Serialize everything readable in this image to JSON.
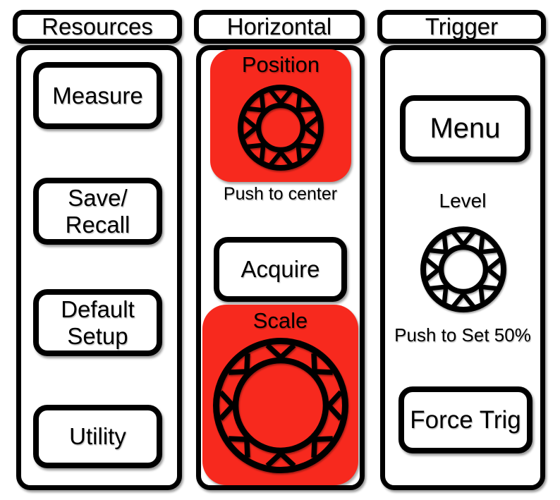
{
  "colors": {
    "accent_red": "#f7291e",
    "outline": "#000000",
    "background": "#ffffff"
  },
  "resources": {
    "title": "Resources",
    "buttons": {
      "measure": "Measure",
      "save_recall": "Save/\nRecall",
      "default_setup": "Default\nSetup",
      "utility": "Utility"
    }
  },
  "horizontal": {
    "title": "Horizontal",
    "position": {
      "label": "Position",
      "hint": "Push to center",
      "icon": "rotary-knob"
    },
    "acquire_button": "Acquire",
    "scale": {
      "label": "Scale",
      "icon": "rotary-knob"
    }
  },
  "trigger": {
    "title": "Trigger",
    "menu_button": "Menu",
    "level": {
      "label": "Level",
      "hint": "Push to Set 50%",
      "icon": "rotary-knob"
    },
    "force_trig_button": "Force Trig"
  }
}
